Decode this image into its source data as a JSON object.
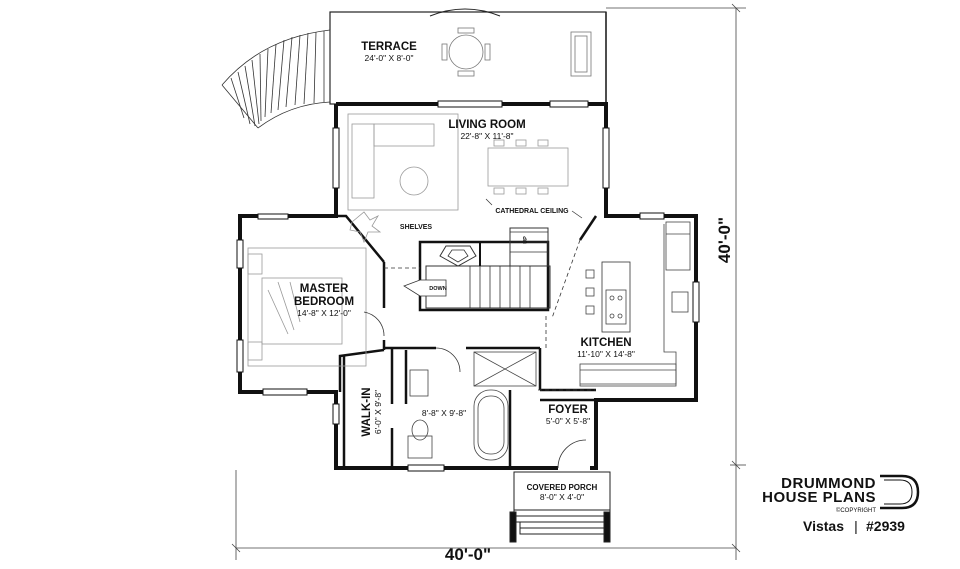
{
  "rooms": {
    "terrace": {
      "name": "TERRACE",
      "dims": "24'-0\" X 8'-0\""
    },
    "living": {
      "name": "LIVING ROOM",
      "dims": "22'-8\" X 11'-8\""
    },
    "master": {
      "name": "MASTER",
      "name2": "BEDROOM",
      "dims": "14'-8\" X 12'-0\""
    },
    "kitchen": {
      "name": "KITCHEN",
      "dims": "11'-10\" X 14'-8\""
    },
    "walkin": {
      "name": "WALK-IN",
      "dims": "6'-0\" X 9'-8\""
    },
    "bath": {
      "dims": "8'-8\" X 9'-8\""
    },
    "foyer": {
      "name": "FOYER",
      "dims": "5'-0\" X 5'-8\""
    },
    "porch": {
      "name": "COVERED PORCH",
      "dims": "8'-0\" X 4'-0\""
    }
  },
  "notes": {
    "shelves": "SHELVES",
    "cathedral": "CATHEDRAL CEILING",
    "down": "DOWN",
    "up": "UP"
  },
  "dimensions": {
    "width": "40'-0\"",
    "depth": "40'-0\""
  },
  "branding": {
    "line1": "DRUMMOND",
    "line2": "HOUSE PLANS",
    "copyright": "©COPYRIGHT",
    "model": "Vistas",
    "separator": "|",
    "plan_number": "#2939"
  },
  "colors": {
    "wall": "#111111",
    "furniture": "#999999",
    "background": "#ffffff"
  }
}
